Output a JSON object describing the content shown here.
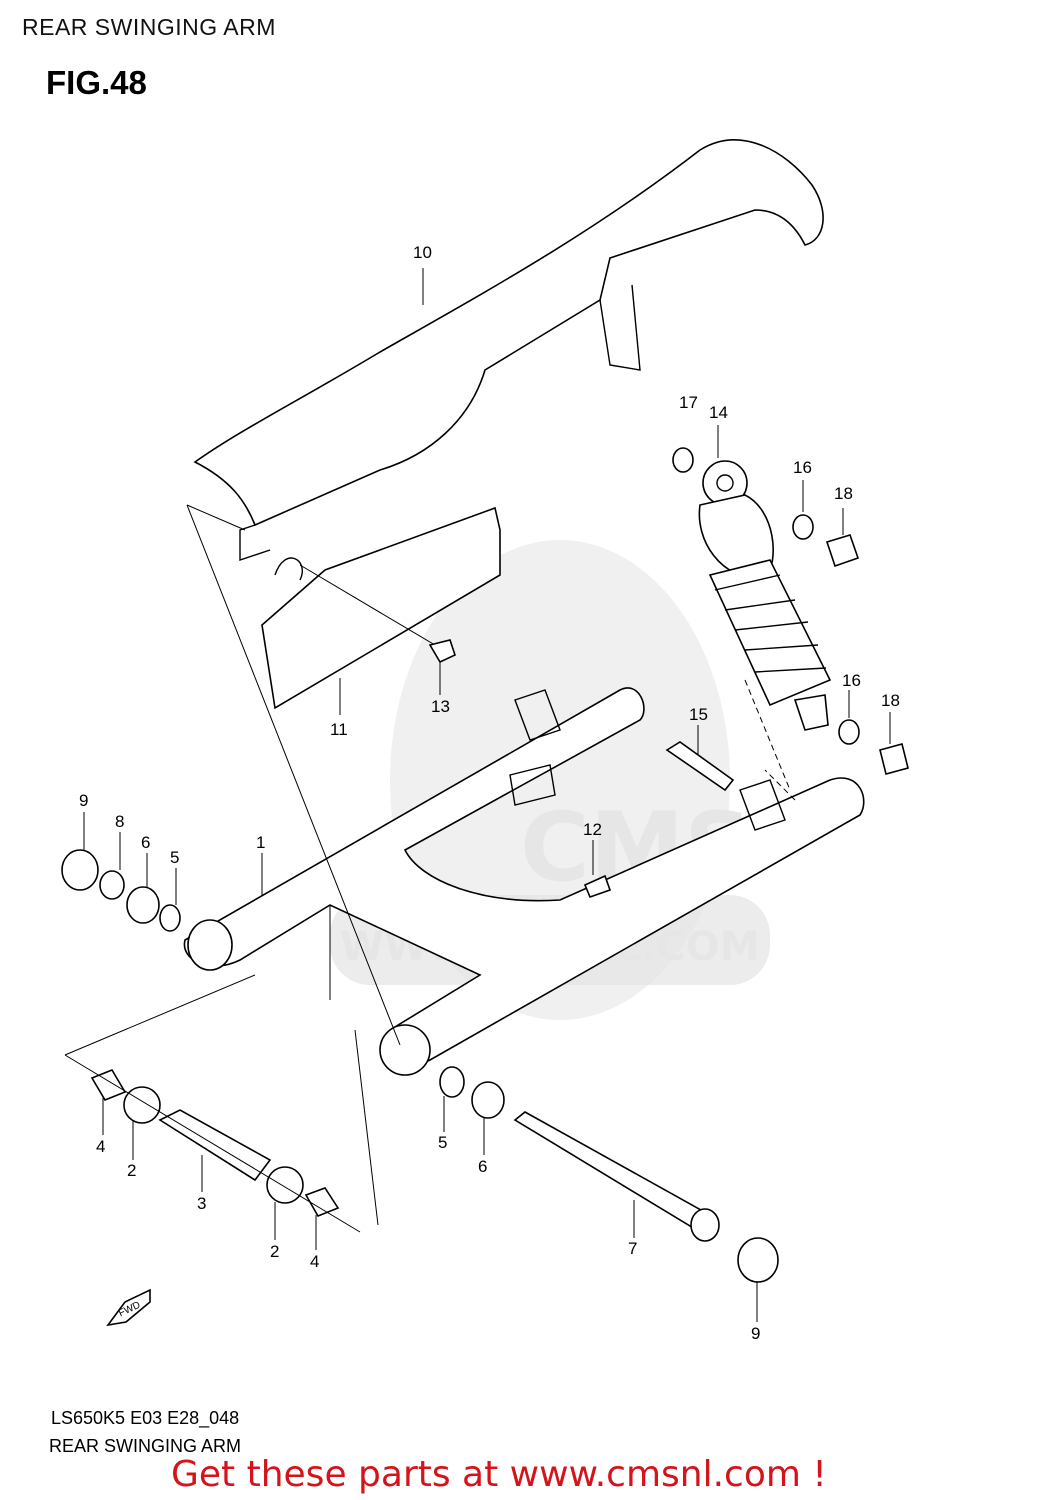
{
  "header": {
    "title": "REAR SWINGING ARM"
  },
  "figure": {
    "number": "FIG.48"
  },
  "diagram_code": "LS650K5 E03 E28_048",
  "diagram_title": "REAR SWINGING ARM",
  "watermark": {
    "brand": "CMS",
    "site": "WWW.CMSNL.COM"
  },
  "forward_marker": "FWD",
  "promo": {
    "text": "Get these parts at www.cmsnl.com !",
    "color": "#d4141a"
  },
  "part_labels": [
    {
      "id": "p10",
      "text": "10"
    },
    {
      "id": "p17",
      "text": "17"
    },
    {
      "id": "p14",
      "text": "14"
    },
    {
      "id": "p16a",
      "text": "16"
    },
    {
      "id": "p18a",
      "text": "18"
    },
    {
      "id": "p16b",
      "text": "16"
    },
    {
      "id": "p18b",
      "text": "18"
    },
    {
      "id": "p15",
      "text": "15"
    },
    {
      "id": "p13",
      "text": "13"
    },
    {
      "id": "p11",
      "text": "11"
    },
    {
      "id": "p12",
      "text": "12"
    },
    {
      "id": "p9a",
      "text": "9"
    },
    {
      "id": "p8",
      "text": "8"
    },
    {
      "id": "p6a",
      "text": "6"
    },
    {
      "id": "p5a",
      "text": "5"
    },
    {
      "id": "p1",
      "text": "1"
    },
    {
      "id": "p4a",
      "text": "4"
    },
    {
      "id": "p2a",
      "text": "2"
    },
    {
      "id": "p3",
      "text": "3"
    },
    {
      "id": "p2b",
      "text": "2"
    },
    {
      "id": "p4b",
      "text": "4"
    },
    {
      "id": "p5b",
      "text": "5"
    },
    {
      "id": "p6b",
      "text": "6"
    },
    {
      "id": "p7",
      "text": "7"
    },
    {
      "id": "p9b",
      "text": "9"
    }
  ]
}
